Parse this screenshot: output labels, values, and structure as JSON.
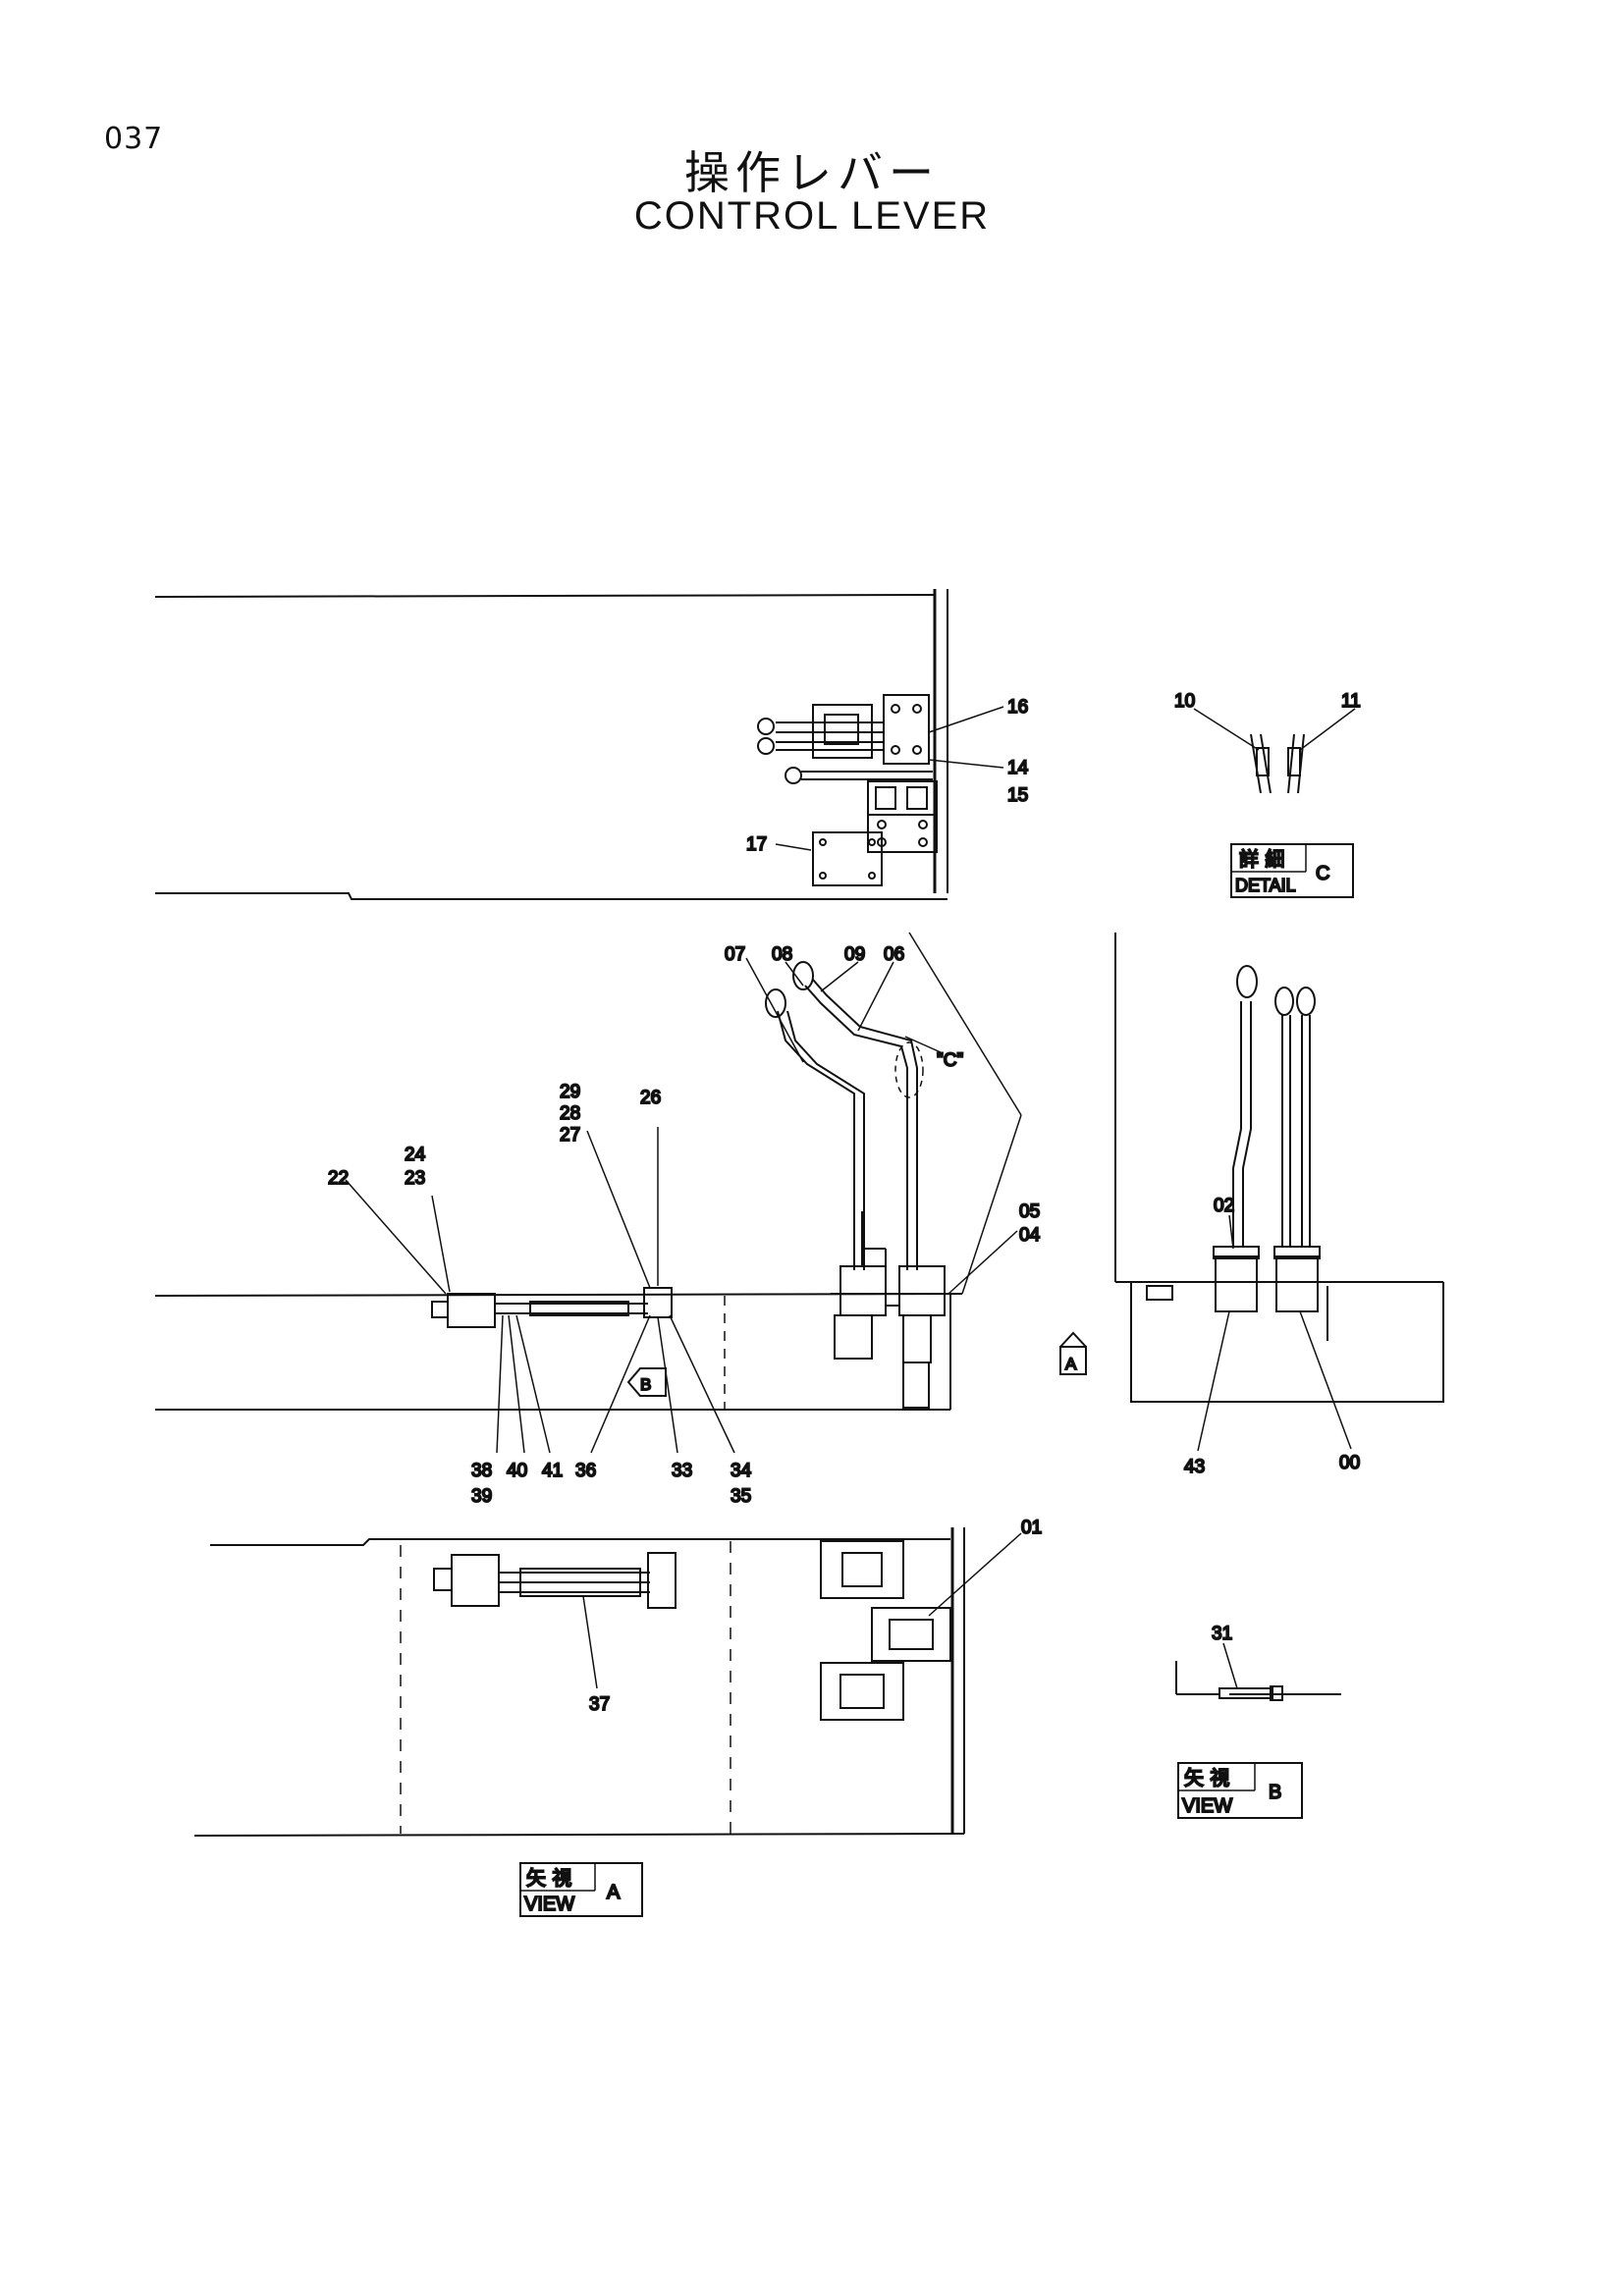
{
  "page_number": "037",
  "title_jp": "操作レバー",
  "title_en": "CONTROL LEVER",
  "callouts": {
    "p16": "16",
    "p14": "14",
    "p15": "15",
    "p17": "17",
    "p10": "10",
    "p11": "11",
    "p07": "07",
    "p08": "08",
    "p09": "09",
    "p06": "06",
    "p29": "29",
    "p28": "28",
    "p27": "27",
    "p26": "26",
    "p24": "24",
    "p23": "23",
    "p22": "22",
    "p05": "05",
    "p04": "04",
    "p02": "02",
    "p43": "43",
    "p00": "00",
    "p38": "38",
    "p39": "39",
    "p40": "40",
    "p41": "41",
    "p36": "36",
    "p33": "33",
    "p34": "34",
    "p35": "35",
    "p01": "01",
    "p37": "37",
    "p31": "31",
    "c_marker": "\"C\""
  },
  "markers": {
    "view_a": "A",
    "view_b": "B"
  },
  "boxes": {
    "detail_c": {
      "jp": "詳 細",
      "en": "DETAIL",
      "letter": "C"
    },
    "view_b": {
      "jp": "矢 視",
      "en": "VIEW",
      "letter": "B"
    },
    "view_a": {
      "jp": "矢 視",
      "en": "VIEW",
      "letter": "A"
    }
  }
}
